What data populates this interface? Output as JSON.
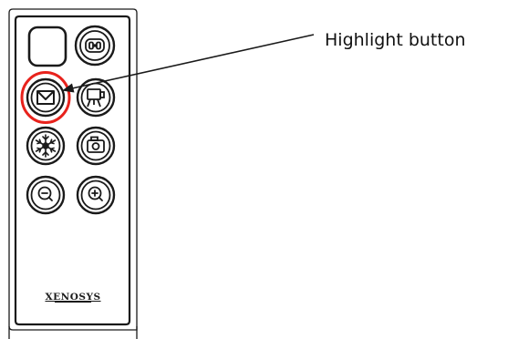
{
  "remote": {
    "brand": "XENOSYS",
    "buttons": [
      {
        "name": "blank-button",
        "icon": "blank-square"
      },
      {
        "name": "display-mode-button",
        "icon": "display-mode-icon"
      },
      {
        "name": "highlight-button",
        "icon": "highlight-icon"
      },
      {
        "name": "camera-projector-button",
        "icon": "projector-camera-icon"
      },
      {
        "name": "freeze-button",
        "icon": "snowflake-icon"
      },
      {
        "name": "capture-button",
        "icon": "camera-icon"
      },
      {
        "name": "zoom-out-button",
        "icon": "zoom-out-icon"
      },
      {
        "name": "zoom-in-button",
        "icon": "zoom-in-icon"
      }
    ]
  },
  "callout": {
    "label": "Highlight button",
    "target": "highlight-button",
    "highlight_color": "#e8221c"
  },
  "colors": {
    "outline": "#1a1a1a",
    "background": "#ffffff"
  }
}
